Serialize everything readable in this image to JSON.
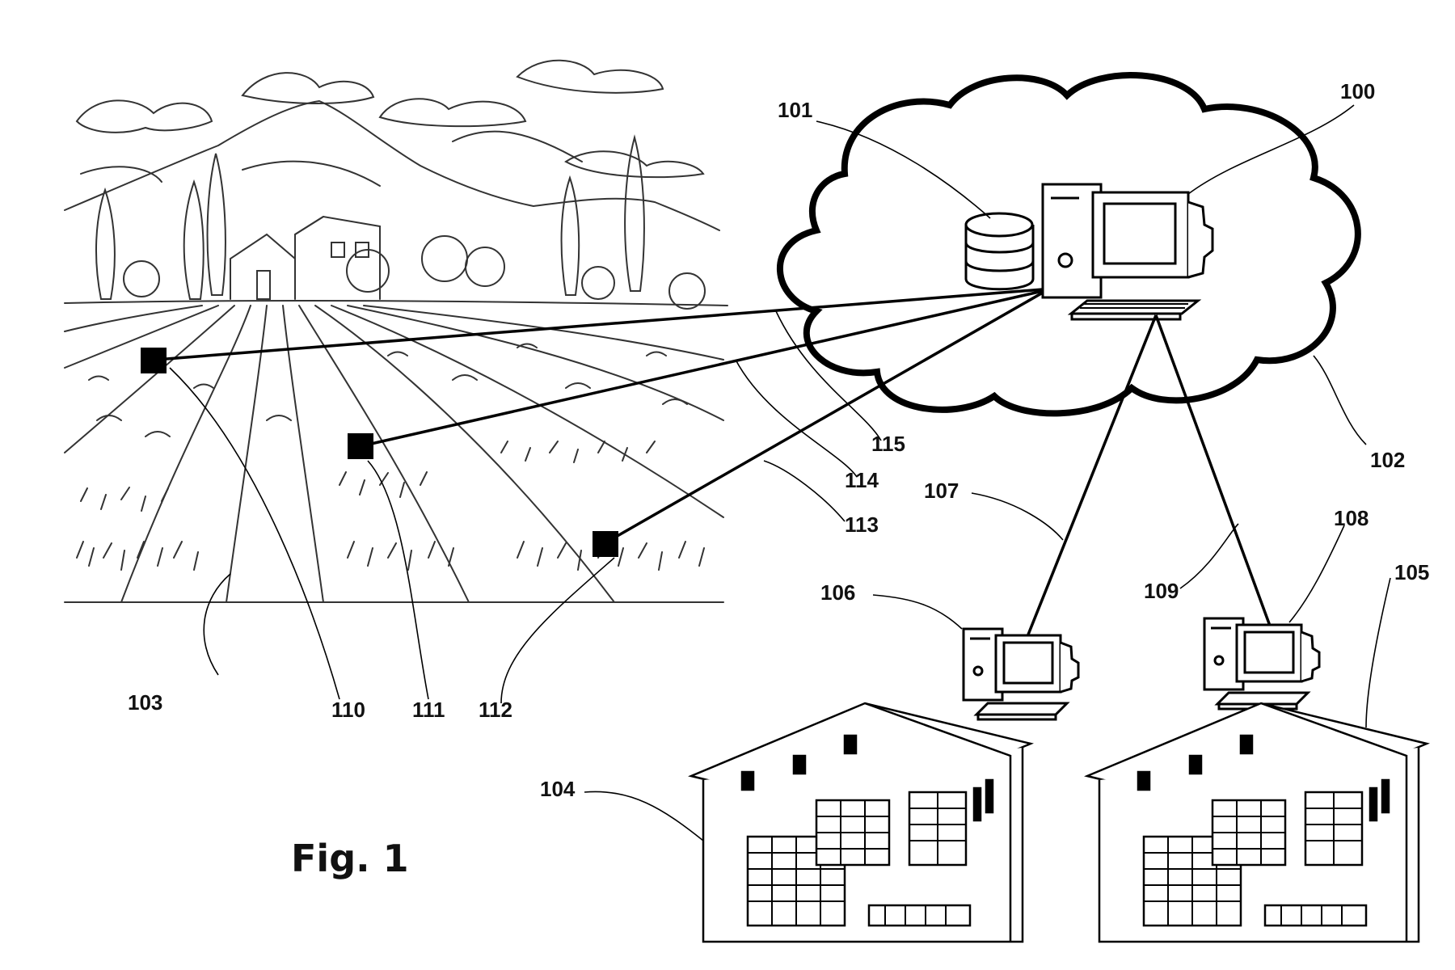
{
  "figure_title": "Fig. 1",
  "labels": {
    "server": "100",
    "database": "101",
    "cloud": "102",
    "field": "103",
    "warehouse_a": "104",
    "warehouse_b": "105",
    "computer_a": "106",
    "link_a": "107",
    "computer_b": "108",
    "link_b": "109",
    "sensor_1": "110",
    "sensor_2": "111",
    "sensor_3": "112",
    "link_sensor_3": "113",
    "link_sensor_2": "114",
    "link_sensor_1": "115"
  }
}
